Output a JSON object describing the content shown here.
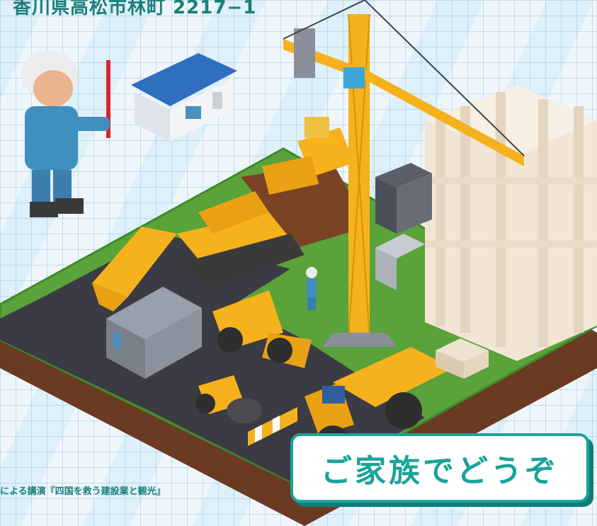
{
  "header": {
    "address": "香川県高松市林町 2217−1"
  },
  "footer": {
    "lecture_text": "による講演『四国を救う建設業と観光』"
  },
  "badge": {
    "label": "ご家族でどうぞ"
  },
  "colors": {
    "accent_teal": "#1aa39a",
    "machine_yellow": "#f5b21c",
    "grass_green": "#5aa23a",
    "soil_brown": "#6b3a22",
    "building_cream": "#f1e6d6"
  },
  "illustration": {
    "elements": [
      "worker-with-flag-icon",
      "site-office-icon",
      "tower-crane-icon",
      "bulldozer-icon",
      "excavator-icon",
      "wheel-loader-icon",
      "road-roller-icon",
      "dump-truck-icon",
      "concrete-building-icon",
      "container-icon",
      "barrier-icon",
      "surveyor-icon"
    ]
  }
}
